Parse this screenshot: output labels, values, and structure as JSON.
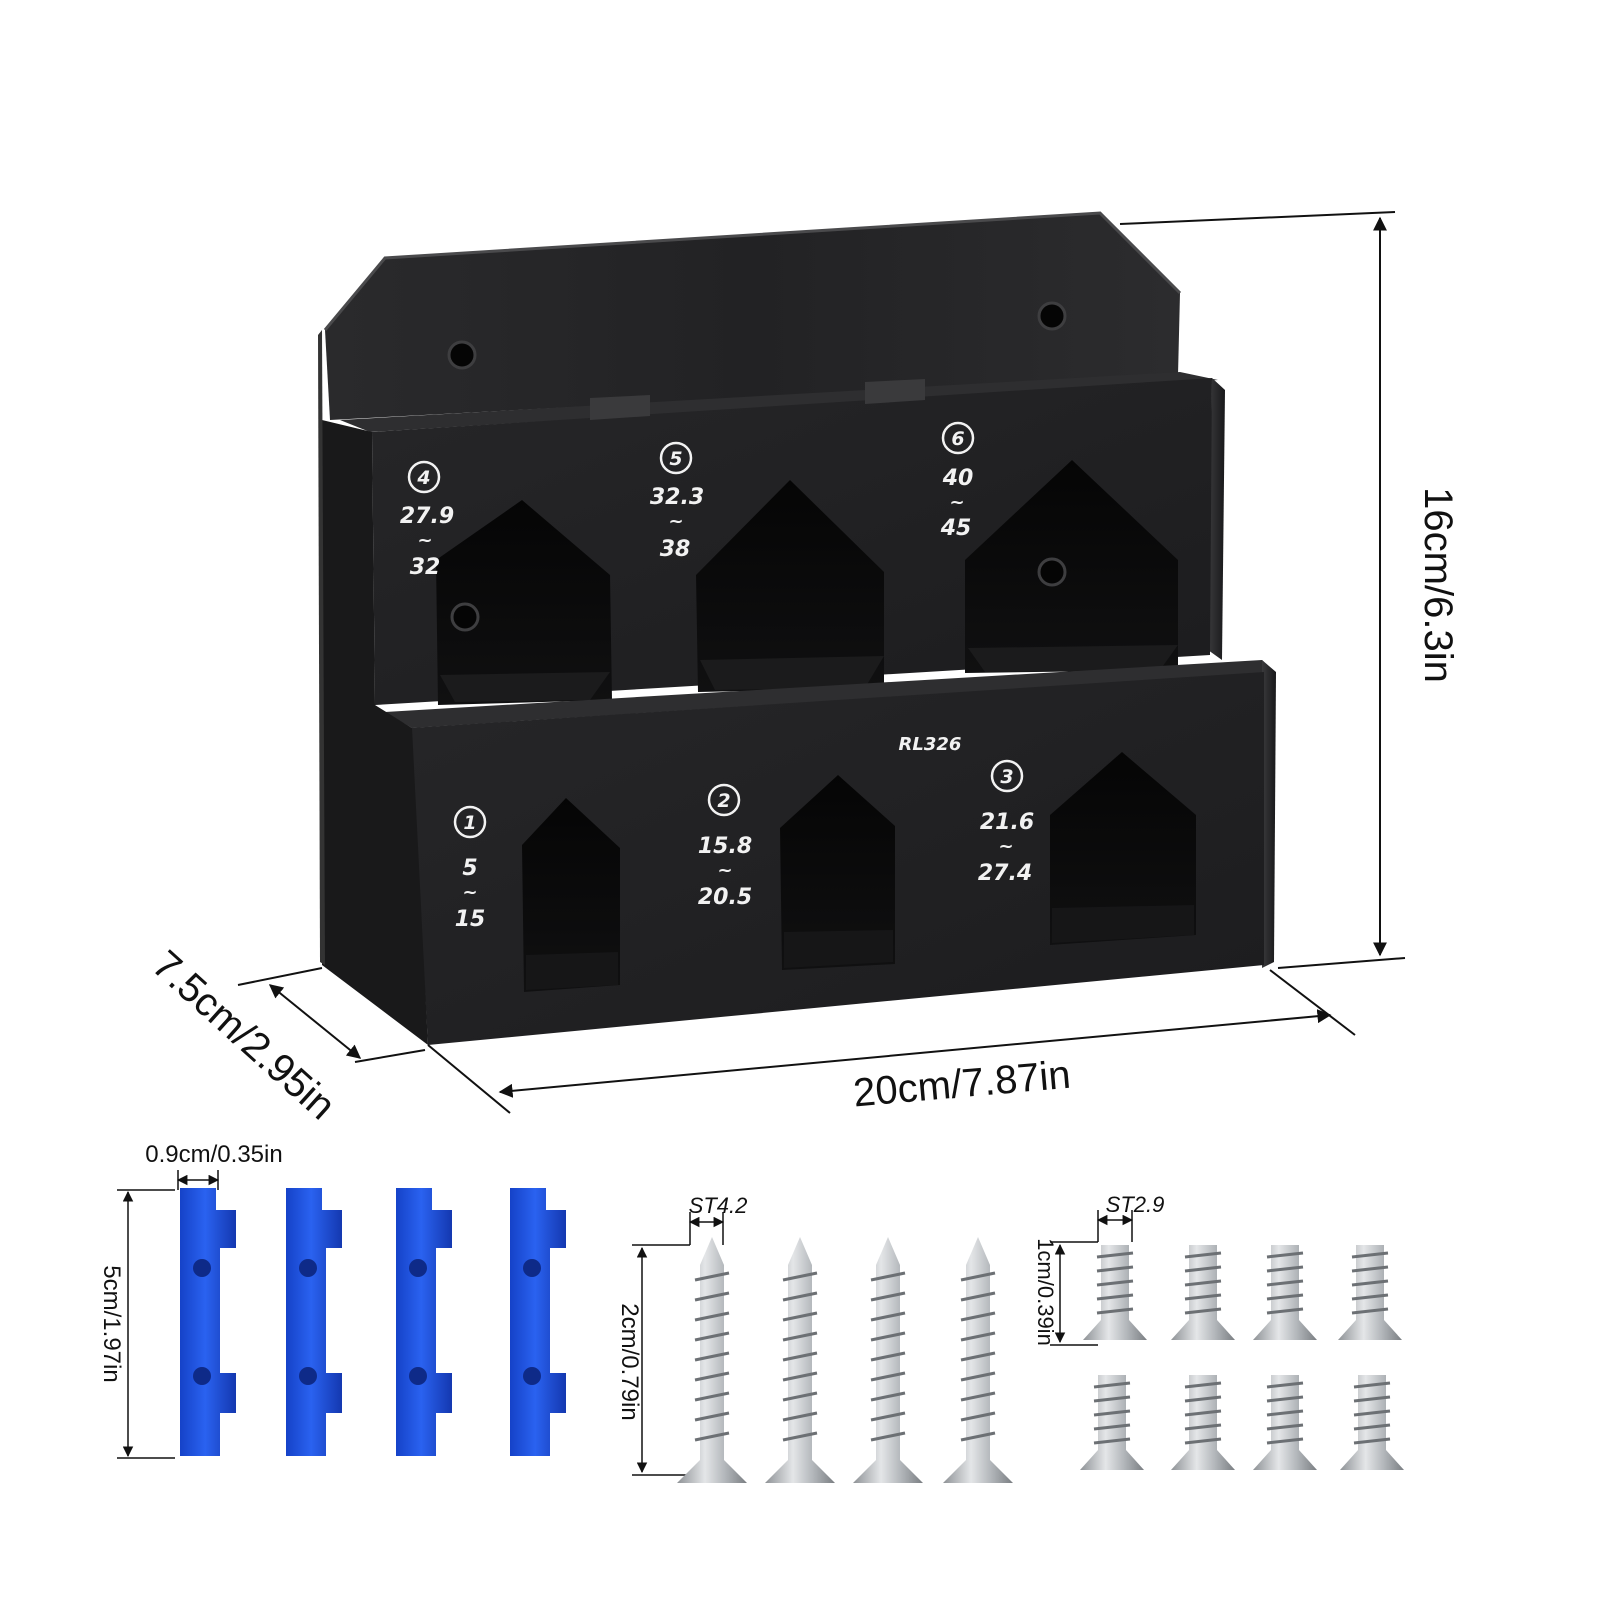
{
  "product": {
    "model": "RL326",
    "slots": [
      {
        "num": "4",
        "top": "27.9",
        "tilde": "~",
        "bottom": "32"
      },
      {
        "num": "5",
        "top": "32.3",
        "tilde": "~",
        "bottom": "38"
      },
      {
        "num": "6",
        "top": "40",
        "tilde": "~",
        "bottom": "45"
      },
      {
        "num": "1",
        "top": "5",
        "tilde": "~",
        "bottom": "15"
      },
      {
        "num": "2",
        "top": "15.8",
        "tilde": "~",
        "bottom": "20.5"
      },
      {
        "num": "3",
        "top": "21.6",
        "tilde": "~",
        "bottom": "27.4"
      }
    ]
  },
  "dimensions": {
    "height": "16cm/6.3in",
    "width": "20cm/7.87in",
    "depth": "7.5cm/2.95in"
  },
  "accessories": {
    "clip_width": "0.9cm/0.35in",
    "clip_length": "5cm/1.97in",
    "large_screw_type": "ST4.2",
    "large_screw_length": "2cm/0.79in",
    "small_screw_type": "ST2.9",
    "small_screw_length": "1cm/0.39in"
  },
  "colors": {
    "body": "#1c1c1e",
    "body_face": "#222224",
    "clip": "#1e4fe0",
    "screw": "#b8bcc0"
  }
}
